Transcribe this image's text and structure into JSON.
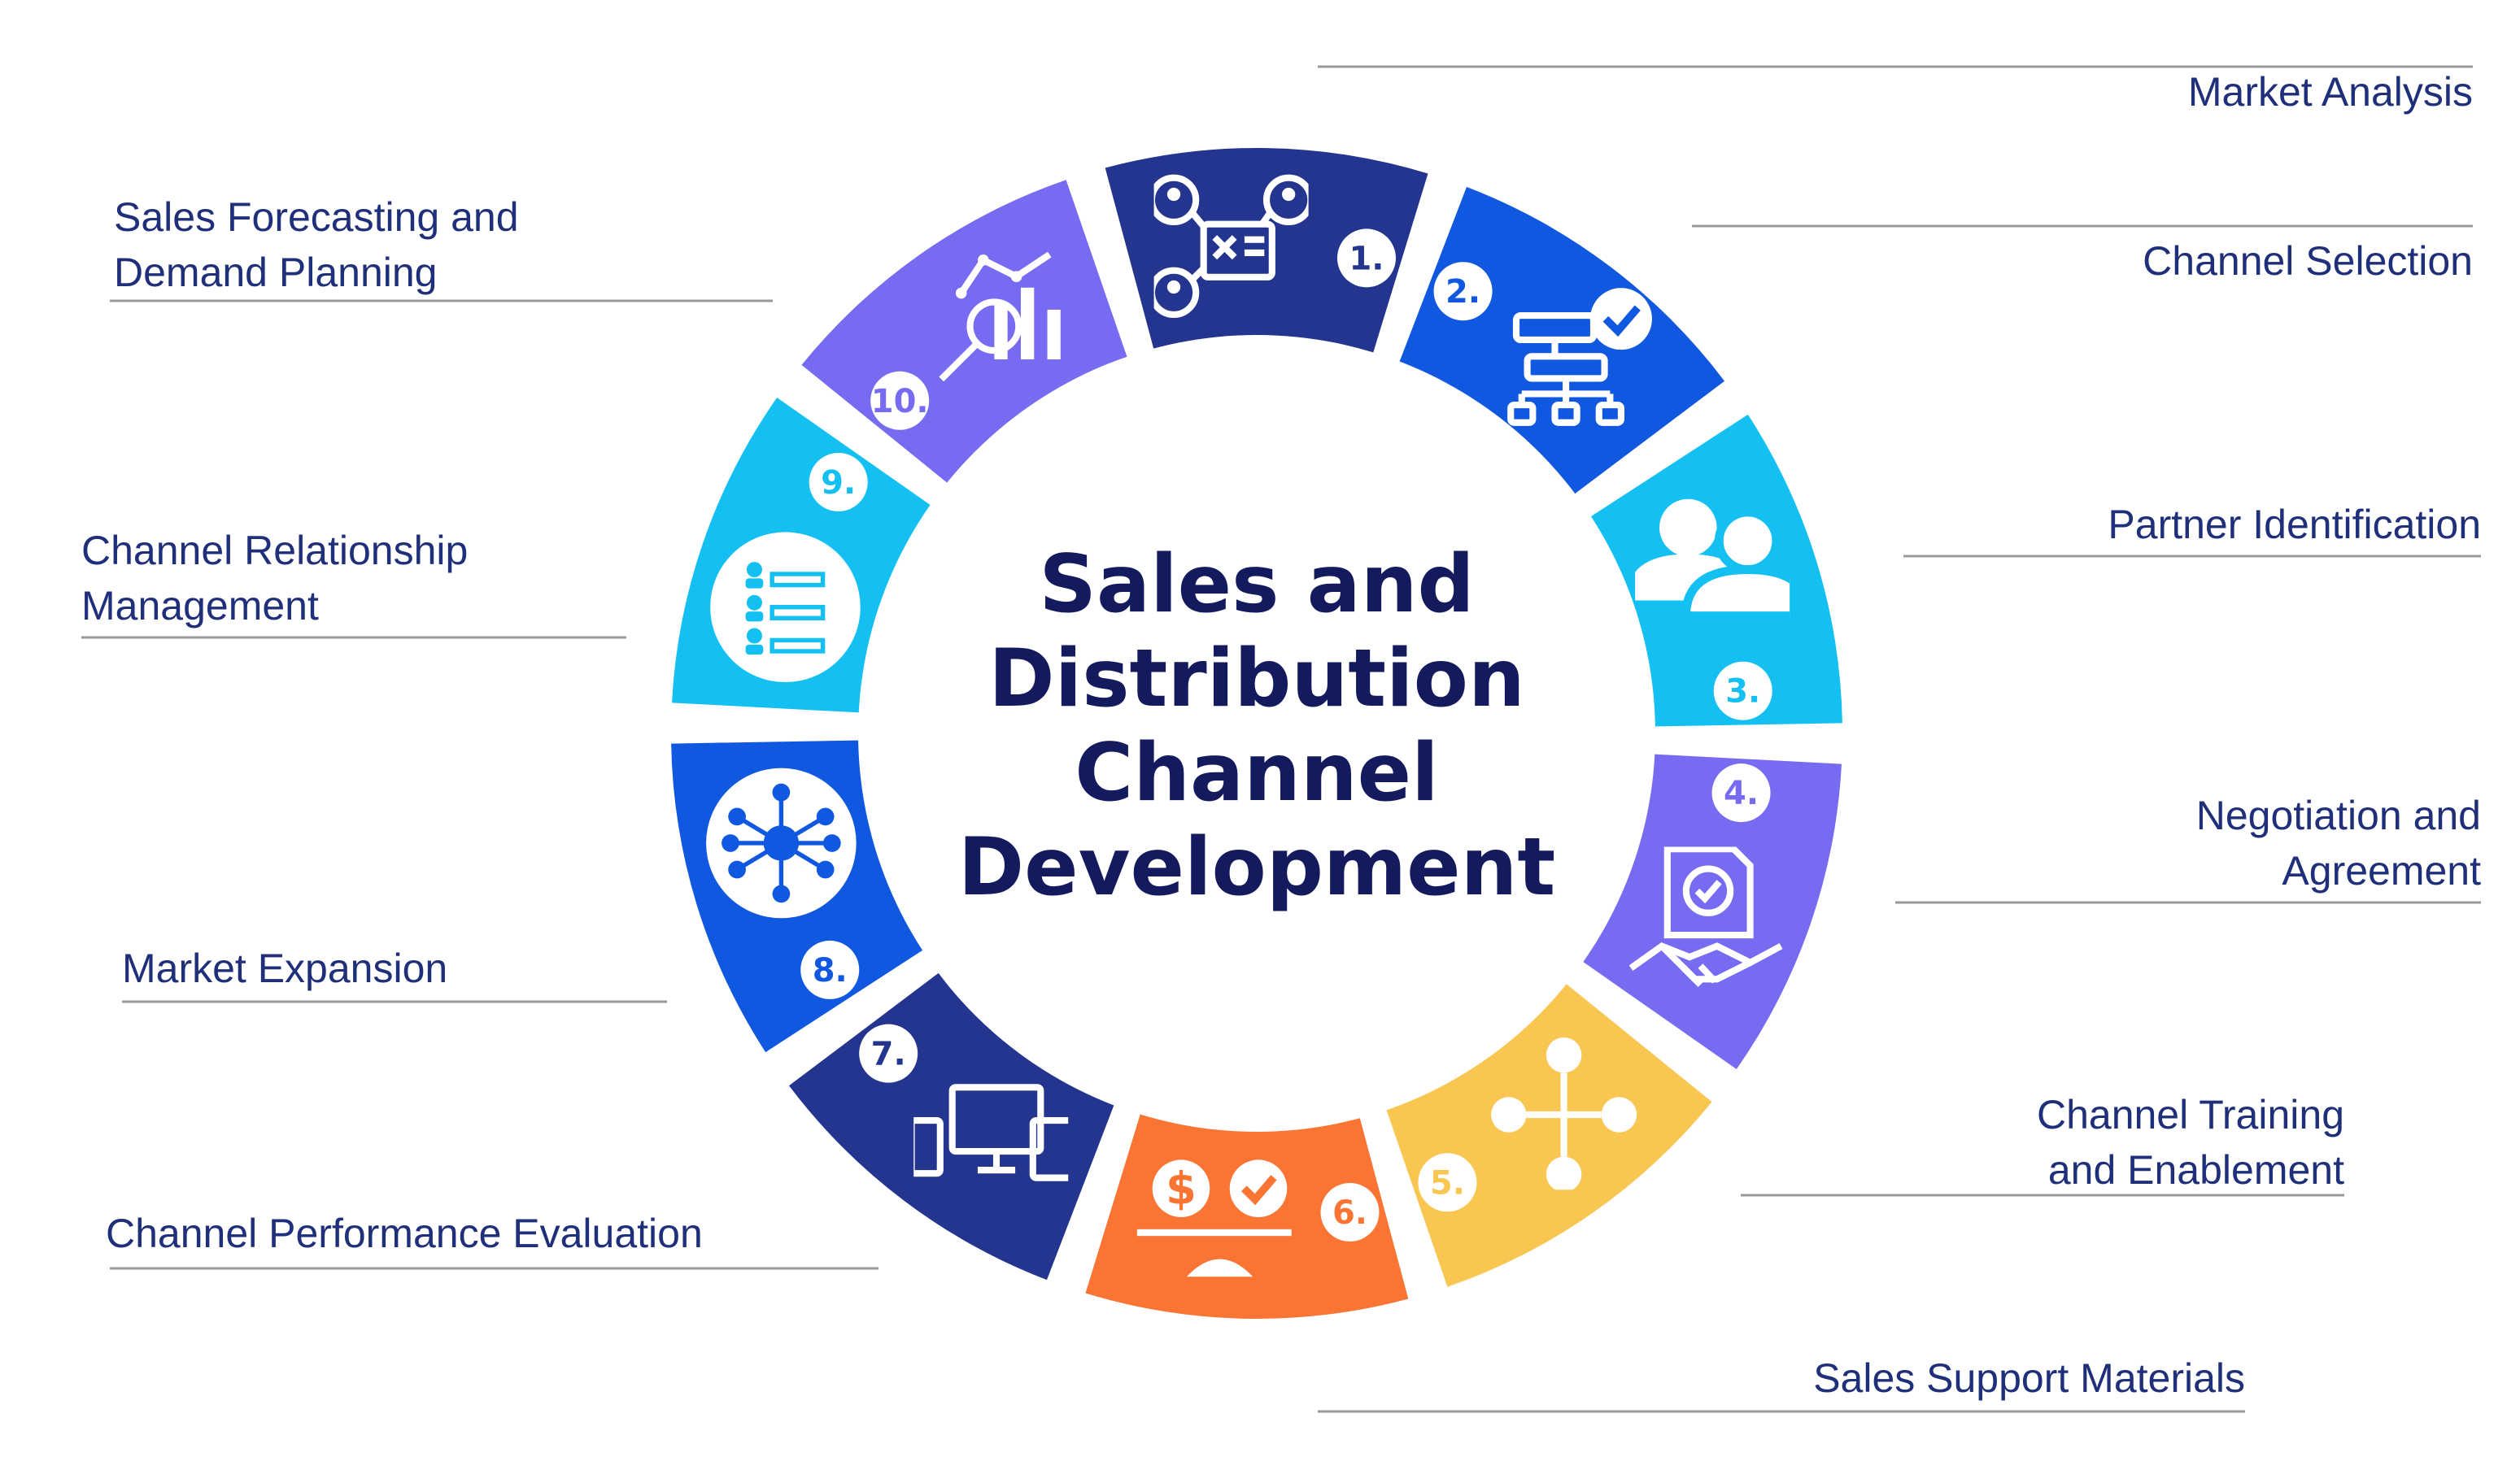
{
  "title_lines": [
    "Sales and",
    "Distribution",
    "Channel",
    "Development"
  ],
  "steps": [
    {
      "number": "1.",
      "label_lines": [
        "Market Analysis"
      ],
      "color": "#24358f",
      "icon": "people-network-icon"
    },
    {
      "number": "2.",
      "label_lines": [
        "Channel Selection"
      ],
      "color": "#1158e0",
      "icon": "flowchart-check-icon"
    },
    {
      "number": "3.",
      "label_lines": [
        "Partner Identification"
      ],
      "color": "#14c0f2",
      "icon": "partners-icon"
    },
    {
      "number": "4.",
      "label_lines": [
        "Negotiation and",
        "Agreement"
      ],
      "color": "#776cf1",
      "icon": "handshake-document-icon"
    },
    {
      "number": "5.",
      "label_lines": [
        "Channel Training",
        "and Enablement"
      ],
      "color": "#f9c652",
      "icon": "hierarchy-icon"
    },
    {
      "number": "6.",
      "label_lines": [
        "Sales Support Materials"
      ],
      "color": "#fa7434",
      "icon": "dollar-check-icon"
    },
    {
      "number": "7.",
      "label_lines": [
        "Channel Performance Evaluation"
      ],
      "color": "#24358f",
      "icon": "devices-icon"
    },
    {
      "number": "8.",
      "label_lines": [
        "Market Expansion"
      ],
      "color": "#1158e0",
      "icon": "network-hub-icon"
    },
    {
      "number": "9.",
      "label_lines": [
        "Channel Relationship",
        "Management"
      ],
      "color": "#14c0f2",
      "icon": "contact-list-icon"
    },
    {
      "number": "10.",
      "label_lines": [
        "Sales Forecasting and",
        "Demand Planning"
      ],
      "color": "#776cf1",
      "icon": "analytics-search-icon"
    }
  ],
  "colors": {
    "title": "#141a5e",
    "label": "#1f2f7a",
    "leader_line": "#9a9a9a",
    "background": "#ffffff"
  }
}
